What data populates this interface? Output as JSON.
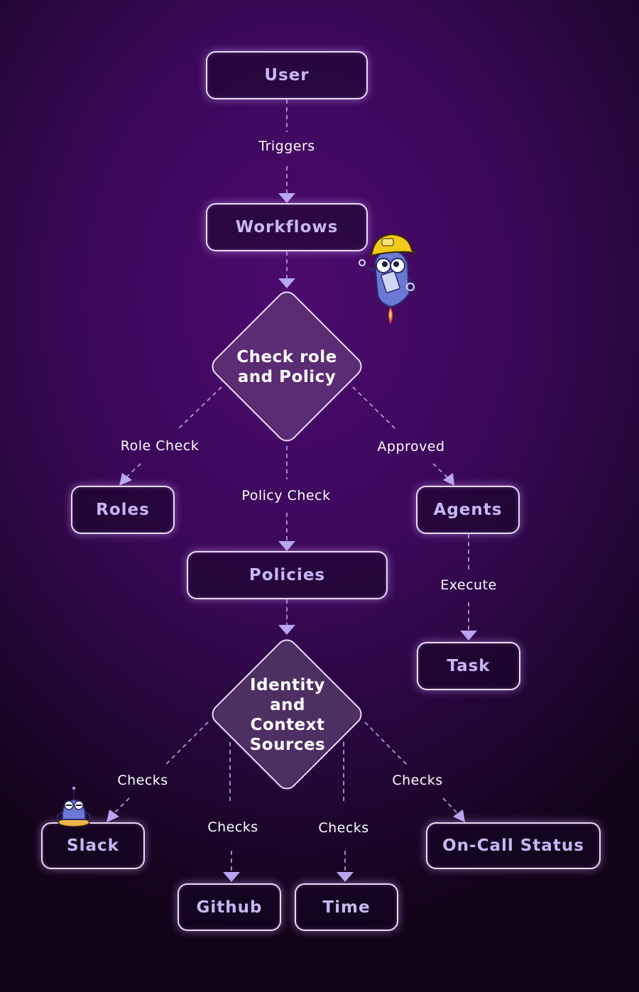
{
  "nodes": {
    "user": "User",
    "workflows": "Workflows",
    "roles": "Roles",
    "agents": "Agents",
    "policies": "Policies",
    "task": "Task",
    "slack": "Slack",
    "github": "Github",
    "time": "Time",
    "oncall": "On-Call Status"
  },
  "decisions": {
    "check_role": [
      "Check role",
      "and Policy"
    ],
    "identity": [
      "Identity",
      "and",
      "Context",
      "Sources"
    ]
  },
  "edge_labels": {
    "triggers": "Triggers",
    "role_check": "Role Check",
    "approved": "Approved",
    "policy_check": "Policy Check",
    "execute": "Execute",
    "checks_slack": "Checks",
    "checks_github": "Checks",
    "checks_time": "Checks",
    "checks_oncall": "Checks"
  },
  "colors": {
    "edge": "#b8a6f0",
    "node_border": "#e9dcf6",
    "node_text": "#c7b7f4",
    "diamond_fill": "#5b2b74"
  },
  "icons": {
    "mascot_rocket": "robot-mascot-hardhat-icon",
    "mascot_meditating": "robot-mascot-meditating-icon"
  }
}
